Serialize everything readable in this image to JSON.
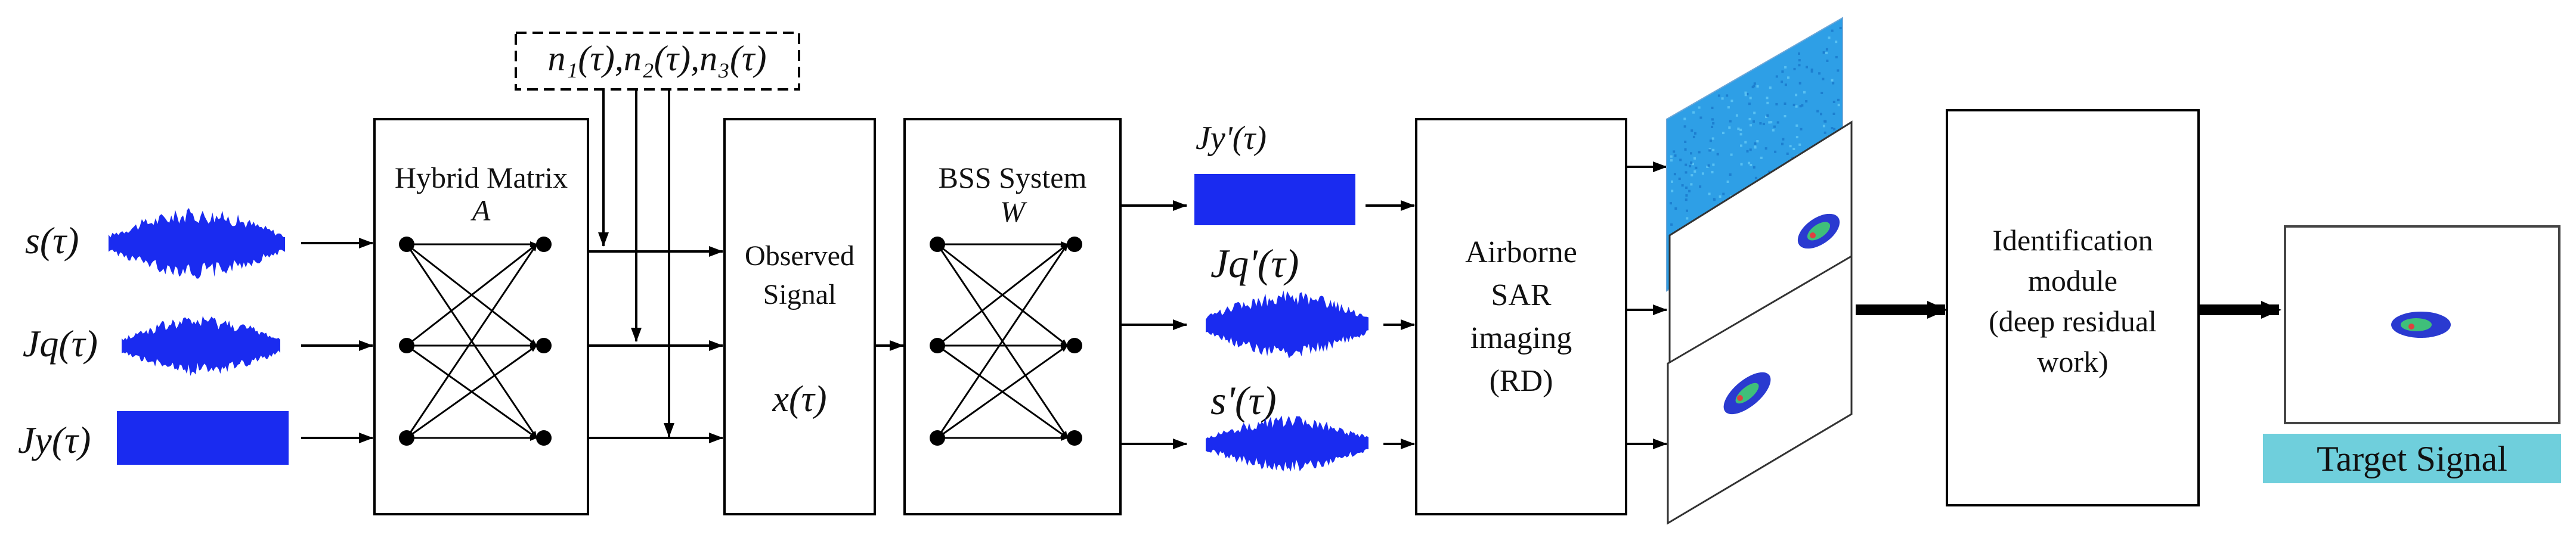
{
  "colors": {
    "signal_blue": "#1a2bf0",
    "sar_cyan": "#2e9fe6",
    "target_label_bg": "#6fcfdc",
    "line": "#000000"
  },
  "noise_box": {
    "label": "n₁(τ),n₂(τ),n₃(τ)"
  },
  "inputs": [
    {
      "label": "s(τ)",
      "icon": "waveform-icon"
    },
    {
      "label": "Jq(τ)",
      "icon": "waveform-icon"
    },
    {
      "label": "Jy(τ)",
      "icon": "rectangle-signal-icon"
    }
  ],
  "hybrid_matrix": {
    "title": "Hybrid Matrix",
    "symbol": "A"
  },
  "observed": {
    "line1": "Observed",
    "line2": "Signal",
    "symbol": "x(τ)"
  },
  "bss": {
    "title": "BSS System",
    "symbol": "W"
  },
  "outputs": [
    {
      "label": "Jy'(τ)",
      "icon": "rectangle-signal-icon"
    },
    {
      "label": "Jq'(τ)",
      "icon": "waveform-icon"
    },
    {
      "label": "s'(τ)",
      "icon": "waveform-icon"
    }
  ],
  "sar": {
    "line1": "Airborne",
    "line2": "SAR",
    "line3": "imaging",
    "line4": "(RD)"
  },
  "identification": {
    "line1": "Identification",
    "line2": "module",
    "line3": "(deep residual",
    "line4": "work)"
  },
  "target": {
    "label": "Target Signal"
  }
}
